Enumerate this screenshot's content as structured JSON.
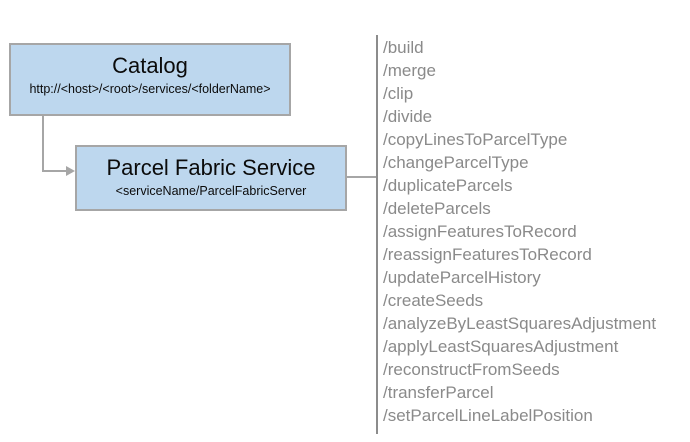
{
  "catalog": {
    "title": "Catalog",
    "url": "http://<host>/<root>/services/<folderName>"
  },
  "service": {
    "title": "Parcel Fabric Service",
    "subtitle": "<serviceName/ParcelFabricServer"
  },
  "endpoints": [
    "/build",
    "/merge",
    "/clip",
    "/divide",
    "/copyLinesToParcelType",
    "/changeParcelType",
    "/duplicateParcels",
    "/deleteParcels",
    "/assignFeaturesToRecord",
    "/reassignFeaturesToRecord",
    "/updateParcelHistory",
    "/createSeeds",
    "/analyzeByLeastSquaresAdjustment",
    "/applyLeastSquaresAdjustment",
    "/reconstructFromSeeds",
    "/transferParcel",
    "/setParcelLineLabelPosition"
  ],
  "colors": {
    "box_fill": "#BDD7EE",
    "box_border": "#A6A6A6",
    "connector": "#A6A6A6",
    "divider_line": "#8C8C8C",
    "endpoint_text": "#8A8A8A",
    "title_text": "#0B0B0B",
    "background": "#FFFFFF"
  }
}
